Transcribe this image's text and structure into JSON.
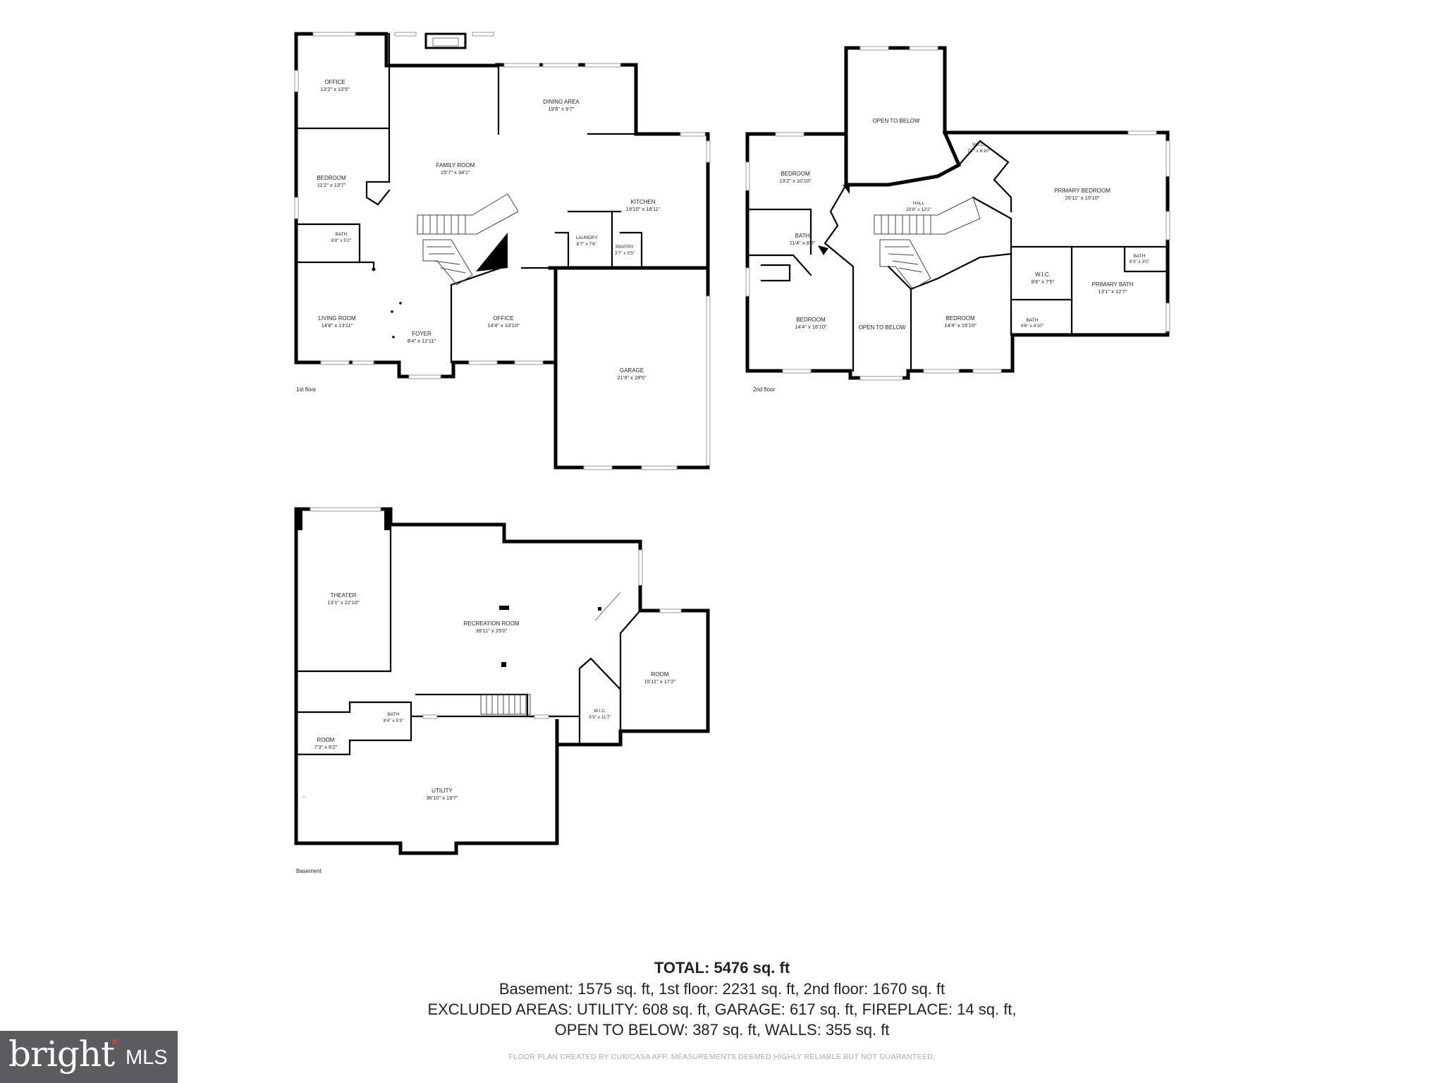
{
  "floors": {
    "first": {
      "label": "1st floor",
      "rooms": [
        {
          "id": "office1",
          "name": "OFFICE",
          "size": "13'2\" x 13'5\""
        },
        {
          "id": "bedroom1",
          "name": "BEDROOM",
          "size": "11'2\" x 13'7\""
        },
        {
          "id": "bath1",
          "name": "BATH",
          "size": "8'8\" x 5'2\""
        },
        {
          "id": "living",
          "name": "LIVING ROOM",
          "size": "14'8\" x 13'11\""
        },
        {
          "id": "foyer",
          "name": "FOYER",
          "size": "8'4\" x 12'11\""
        },
        {
          "id": "family",
          "name": "FAMILY ROOM",
          "size": "25'7\" x 34'1\""
        },
        {
          "id": "dining",
          "name": "DINING AREA",
          "size": "19'8\" x 9'7\""
        },
        {
          "id": "kitchen",
          "name": "KITCHEN",
          "size": "19'10\" x 18'11\""
        },
        {
          "id": "laundry",
          "name": "LAUNDRY",
          "size": "8'7\" x 7'6\""
        },
        {
          "id": "pantry",
          "name": "PANTRY",
          "size": "3'7\" x 5'5\""
        },
        {
          "id": "office2",
          "name": "OFFICE",
          "size": "14'4\" x 13'10\""
        },
        {
          "id": "garage",
          "name": "GARAGE",
          "size": "21'9\" x 28'5\""
        }
      ]
    },
    "second": {
      "label": "2nd floor",
      "rooms": [
        {
          "id": "otb1",
          "name": "OPEN TO BELOW",
          "size": ""
        },
        {
          "id": "bedroom2a",
          "name": "BEDROOM",
          "size": "13'2\" x 10'10\""
        },
        {
          "id": "wic1",
          "name": "W.I.C.",
          "size": "7'7\" x 6'10\""
        },
        {
          "id": "primary",
          "name": "PRIMARY BEDROOM",
          "size": "26'11\" x 15'10\""
        },
        {
          "id": "hall",
          "name": "HALL",
          "size": "20'8\" x 12'2\""
        },
        {
          "id": "bath2a",
          "name": "BATH",
          "size": "11'4\" x 8'8\""
        },
        {
          "id": "bath2b",
          "name": "BATH",
          "size": "6'3\" x 3'0\""
        },
        {
          "id": "wic2",
          "name": "W.I.C.",
          "size": "8'6\" x 7'5\""
        },
        {
          "id": "pbath",
          "name": "PRIMARY BATH",
          "size": "13'1\" x 12'7\""
        },
        {
          "id": "bedroom2b",
          "name": "BEDROOM",
          "size": "14'4\" x 16'10\""
        },
        {
          "id": "otb2",
          "name": "OPEN TO BELOW",
          "size": ""
        },
        {
          "id": "bedroom2c",
          "name": "BEDROOM",
          "size": "14'4\" x 15'10\""
        },
        {
          "id": "bath2c",
          "name": "BATH",
          "size": "8'6\" x 4'10\""
        }
      ]
    },
    "basement": {
      "label": "Basement",
      "rooms": [
        {
          "id": "theater",
          "name": "THEATER",
          "size": "13'1\" x 22'10\""
        },
        {
          "id": "rec",
          "name": "RECREATION ROOM",
          "size": "39'11\" x 25'0\""
        },
        {
          "id": "room1",
          "name": "ROOM",
          "size": "15'11\" x 17'2\""
        },
        {
          "id": "wicb",
          "name": "W.I.C.",
          "size": "5'5\" x 11'7\""
        },
        {
          "id": "bathb",
          "name": "BATH",
          "size": "8'4\" x 5'3\""
        },
        {
          "id": "room2",
          "name": "ROOM",
          "size": "7'3\" x 6'2\""
        },
        {
          "id": "utility",
          "name": "UTILITY",
          "size": "36'10\" x 19'7\""
        }
      ]
    }
  },
  "summary": {
    "total": "TOTAL: 5476 sq. ft",
    "line1": "Basement: 1575 sq. ft, 1st floor: 2231 sq. ft, 2nd floor: 1670 sq. ft",
    "line2": "EXCLUDED AREAS: UTILITY: 608 sq. ft, GARAGE: 617 sq. ft, FIREPLACE: 14 sq. ft,",
    "line3": "OPEN TO BELOW: 387 sq. ft, WALLS: 355 sq. ft"
  },
  "disclaimer": "FLOOR PLAN CREATED BY CUBICASA APP. MEASUREMENTS DEEMED HIGHLY RELIABLE BUT NOT GUARANTEED.",
  "logo": {
    "word": "bright",
    "suffix": "MLS",
    "accent_color": "#e23b2e",
    "background": "#5c5c60"
  }
}
